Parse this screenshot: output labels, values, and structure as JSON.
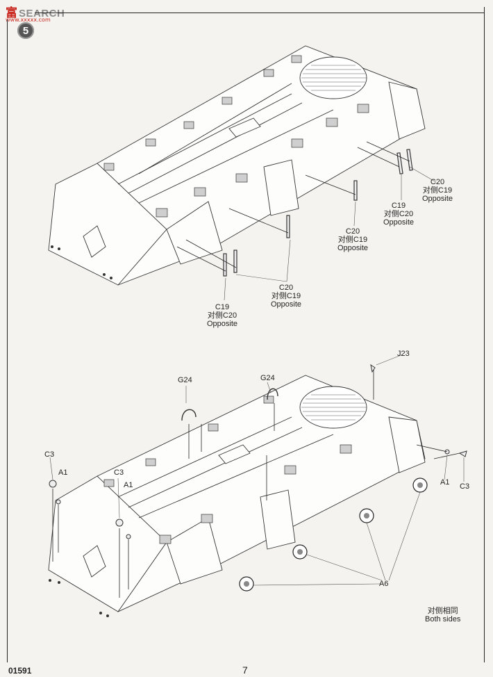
{
  "watermark": {
    "prefix": "富",
    "text": "SEARCH",
    "url": "www.xxxxx.com"
  },
  "step": {
    "number": "5"
  },
  "top_callouts": [
    {
      "part": "C20",
      "cn": "对侧C19",
      "en": "Opposite"
    },
    {
      "part": "C19",
      "cn": "对侧C20",
      "en": "Opposite"
    },
    {
      "part": "C20",
      "cn": "对侧C19",
      "en": "Opposite"
    },
    {
      "part": "C20",
      "cn": "对侧C19",
      "en": "Opposite"
    },
    {
      "part": "C19",
      "cn": "对侧C20",
      "en": "Opposite"
    }
  ],
  "bottom_labels": {
    "j23": "J23",
    "g24_left": "G24",
    "g24_right": "G24",
    "c3_left": "C3",
    "a1_left": "A1",
    "c3_mid": "C3",
    "a1_mid": "A1",
    "a1_right": "A1",
    "c3_right": "C3",
    "a6": "A6",
    "both_sides_cn": "对侧相同",
    "both_sides_en": "Both sides"
  },
  "footer": {
    "code": "01591",
    "page": "7"
  }
}
